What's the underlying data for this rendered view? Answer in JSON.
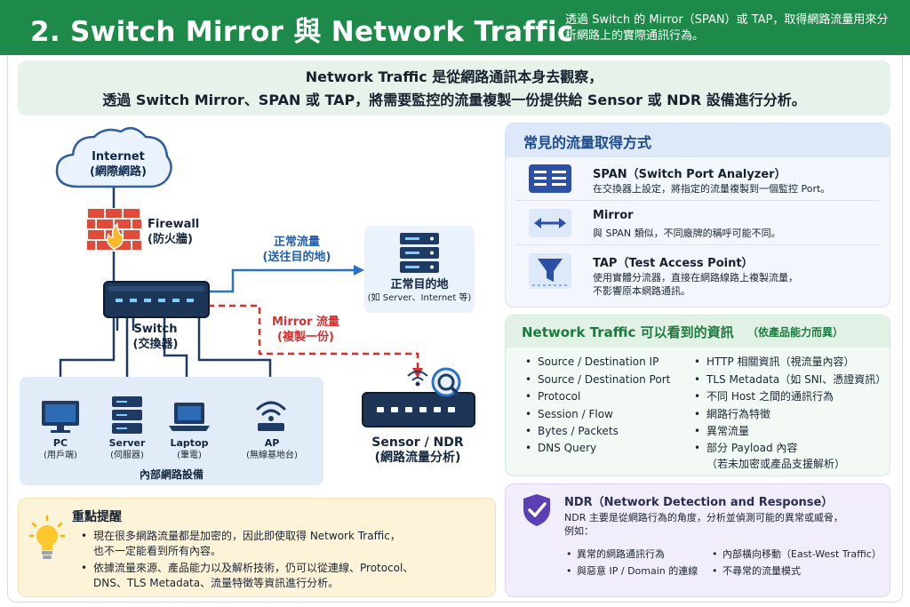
{
  "header": {
    "title": "2. Switch Mirror 與 Network Traffic",
    "subtitle": "透過 Switch 的 Mirror（SPAN）或 TAP，取得網路流量用來分析網路上的實際通訊行為。"
  },
  "banner": {
    "line1": "Network Traffic 是從網路通訊本身去觀察，",
    "line2": "透過 Switch Mirror、SPAN 或 TAP，將需要監控的流量複製一份提供給 Sensor 或 NDR 設備進行分析。"
  },
  "diagram": {
    "internet": {
      "label": "Internet",
      "sub": "(網際網路)"
    },
    "firewall": {
      "label": "Firewall",
      "sub": "(防火牆)"
    },
    "switch": {
      "label": "Switch",
      "sub": "(交換器)"
    },
    "normal_flow": {
      "label": "正常流量",
      "sub": "(送往目的地)"
    },
    "mirror_flow": {
      "label": "Mirror 流量",
      "sub": "(複製一份)"
    },
    "destination": {
      "label": "正常目的地",
      "sub": "(如 Server、Internet 等)"
    },
    "sensor": {
      "label": "Sensor / NDR",
      "sub": "(網路流量分析)"
    },
    "devices": [
      {
        "label": "PC",
        "sub": "(用戶端)"
      },
      {
        "label": "Server",
        "sub": "(伺服器)"
      },
      {
        "label": "Laptop",
        "sub": "(筆電)"
      },
      {
        "label": "AP",
        "sub": "(無線基地台)"
      }
    ],
    "lan_label": "內部網路設備"
  },
  "methods": {
    "title": "常見的流量取得方式",
    "items": [
      {
        "icon": "server-rack-icon",
        "name": "SPAN（Switch Port Analyzer）",
        "desc1": "在交換器上設定，將指定的流量複製到一個監控 Port。",
        "desc2": ""
      },
      {
        "icon": "double-arrow-icon",
        "name": "Mirror",
        "desc1": "與 SPAN 類似，不同廠牌的稱呼可能不同。",
        "desc2": ""
      },
      {
        "icon": "funnel-icon",
        "name": "TAP（Test Access Point）",
        "desc1": "使用實體分流器，直接在網路線路上複製流量，",
        "desc2": "不影響原本網路通訊。"
      }
    ]
  },
  "visible": {
    "title": "Network Traffic 可以看到的資訊",
    "note": "（依產品能力而異）",
    "left": [
      "Source / Destination IP",
      "Source / Destination Port",
      "Protocol",
      "Session / Flow",
      "Bytes / Packets",
      "DNS Query"
    ],
    "right": [
      "HTTP 相關資訊（視流量內容）",
      "TLS Metadata（如 SNI、憑證資訊）",
      "不同 Host 之間的通訊行為",
      "網路行為特徵",
      "異常流量",
      "部分 Payload 內容"
    ],
    "right_cont": "（若未加密或產品支援解析）"
  },
  "ndr": {
    "title": "NDR（Network Detection and Response）",
    "desc1": "NDR 主要是從網路行為的角度，分析並偵測可能的異常或威脅，",
    "desc2": "例如：",
    "items": [
      "異常的網路通訊行為",
      "內部橫向移動（East-West Traffic）",
      "與惡意 IP / Domain 的連線",
      "不尋常的流量模式"
    ]
  },
  "tips": {
    "title": "重點提醒",
    "b1a": "現在很多網路流量都是加密的，因此即使取得 Network Traffic，",
    "b1b": "也不一定能看到所有內容。",
    "b2a": "依據流量來源、產品能力以及解析技術，仍可以從連線、Protocol、",
    "b2b": "DNS、TLS Metadata、流量特徵等資訊進行分析。"
  },
  "colors": {
    "brand_green": "#1e8a4a",
    "navy": "#1f3b63",
    "mirror_red": "#d62f2f",
    "flow_blue": "#2a72c8"
  }
}
